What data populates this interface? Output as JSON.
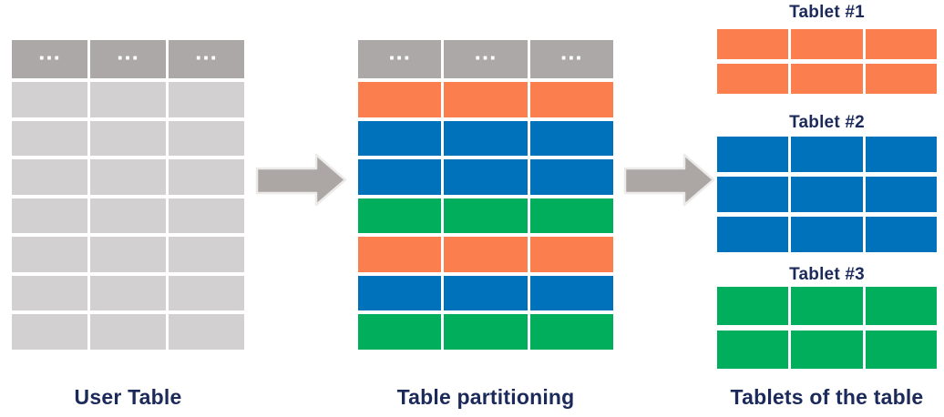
{
  "background": "#ffffff",
  "colors": {
    "header_gray": "#ACA8A8",
    "gray": "#D2D0D0",
    "orange": "#FB7E4F",
    "blue": "#0072BB",
    "green": "#00AE5B",
    "arrow_gray": "#ACA7A4",
    "arrow_outline": "#ECEBE9",
    "label_navy": "#1B2A5A"
  },
  "user_table": {
    "label": "User Table",
    "columns": 3,
    "header": {
      "dots": "..."
    },
    "rows": [
      "gray",
      "gray",
      "gray",
      "gray",
      "gray",
      "gray",
      "gray"
    ]
  },
  "partitioned_table": {
    "label": "Table partitioning",
    "columns": 3,
    "header": {
      "dots": "..."
    },
    "rows": [
      "orange",
      "blue",
      "blue",
      "green",
      "orange",
      "blue",
      "green"
    ]
  },
  "tablets_panel": {
    "label": "Tablets of the table",
    "tablets": [
      {
        "title": "Tablet #1",
        "color": "orange",
        "rows": 2,
        "columns": 3
      },
      {
        "title": "Tablet #2",
        "color": "blue",
        "rows": 3,
        "columns": 3
      },
      {
        "title": "Tablet #3",
        "color": "green",
        "rows": 2,
        "columns": 3
      }
    ]
  }
}
